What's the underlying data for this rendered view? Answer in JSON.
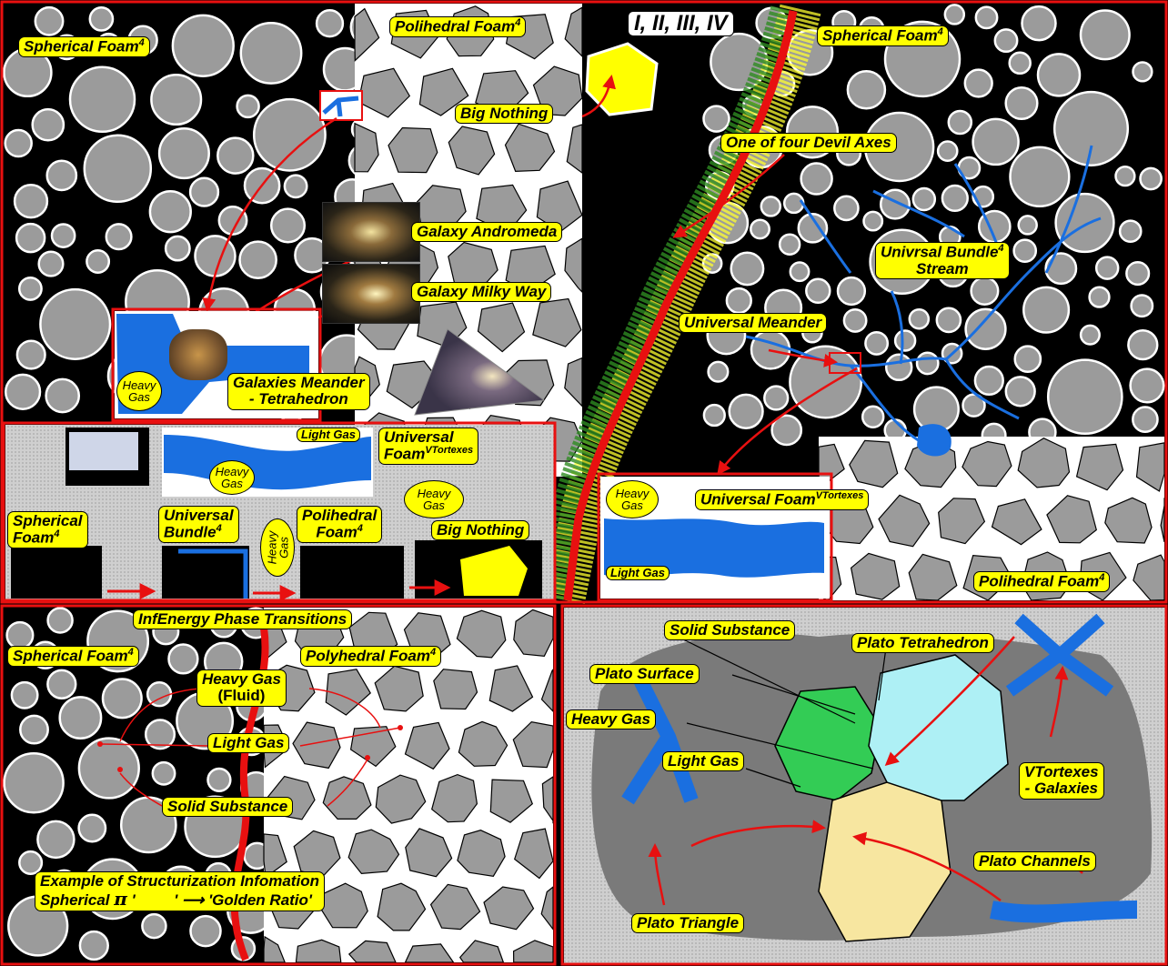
{
  "colors": {
    "frame": "#e81010",
    "label_bg": "#ffff00",
    "channel": "#1a6fe0",
    "foam_cell": "#9b9b9b",
    "background": "#000000"
  },
  "labels": {
    "spherical_foam_tl": "Spherical Foam",
    "polihedral_foam_top": "Polihedral Foam",
    "roman_numerals": "I, II, III, IV",
    "spherical_foam_tr": "Spherical Foam",
    "big_nothing_top": "Big Nothing",
    "devil_axes": "One  of  four Devil Axes",
    "galaxy_andromeda": "Galaxy Andromeda",
    "galaxy_milky_way": "Galaxy Milky Way",
    "universal_bundle_line1": "Univrsal Bundle",
    "universal_bundle_line2": "Stream",
    "universal_meander": "Universal Meander",
    "galaxies_meander_line1": "Galaxies Meander",
    "galaxies_meander_line2": "- Tetrahedron",
    "light_gas_strip": "Light Gas",
    "universal_foam_line1": "Universal",
    "universal_foam_line2": "Foam",
    "vtortexes": "VTortexes",
    "spherical_foam_mid_1": "Spherical",
    "spherical_foam_mid_2": "Foam",
    "universal_bundle_mid_1": "Universal",
    "universal_bundle_mid_2": "Bundle",
    "polihedral_foam_mid_1": "Polihedral",
    "polihedral_foam_mid_2": "Foam",
    "big_nothing_mid": "Big Nothing",
    "universal_foam_right": "Universal Foam",
    "light_gas_right": "Light Gas",
    "polihedral_foam_br": "Polihedral Foam",
    "superscript_4": "4",
    "heavy_gas_l1": "Heavy",
    "heavy_gas_l2": "Gas",
    "infenergy": "InfEnergy Phase Transitions",
    "spherical_foam_bl": "Spherical Foam",
    "polyhedral_foam_bl": "Polyhedral Foam",
    "heavy_gas_fluid_1": "Heavy Gas",
    "heavy_gas_fluid_2": "(Fluid)",
    "light_gas_bl": "Light Gas",
    "solid_substance_bl": "Solid Substance",
    "example_line1": "Example of  Structurization Infomation",
    "example_line2_a": "Spherical",
    "example_pi": "π",
    "example_line2_b": "'         '",
    "example_line2_c": "'Golden Ratio'",
    "solid_substance_br": "Solid Substance",
    "plato_tetrahedron": "Plato Tetrahedron",
    "plato_surface": "Plato Surface",
    "heavy_gas_br": "Heavy Gas",
    "light_gas_br": "Light Gas",
    "vtortexes_galaxies_1": "VTortexes",
    "vtortexes_galaxies_2": "- Galaxies",
    "plato_channels": "Plato Channels",
    "plato_triangle": "Plato Triangle"
  }
}
